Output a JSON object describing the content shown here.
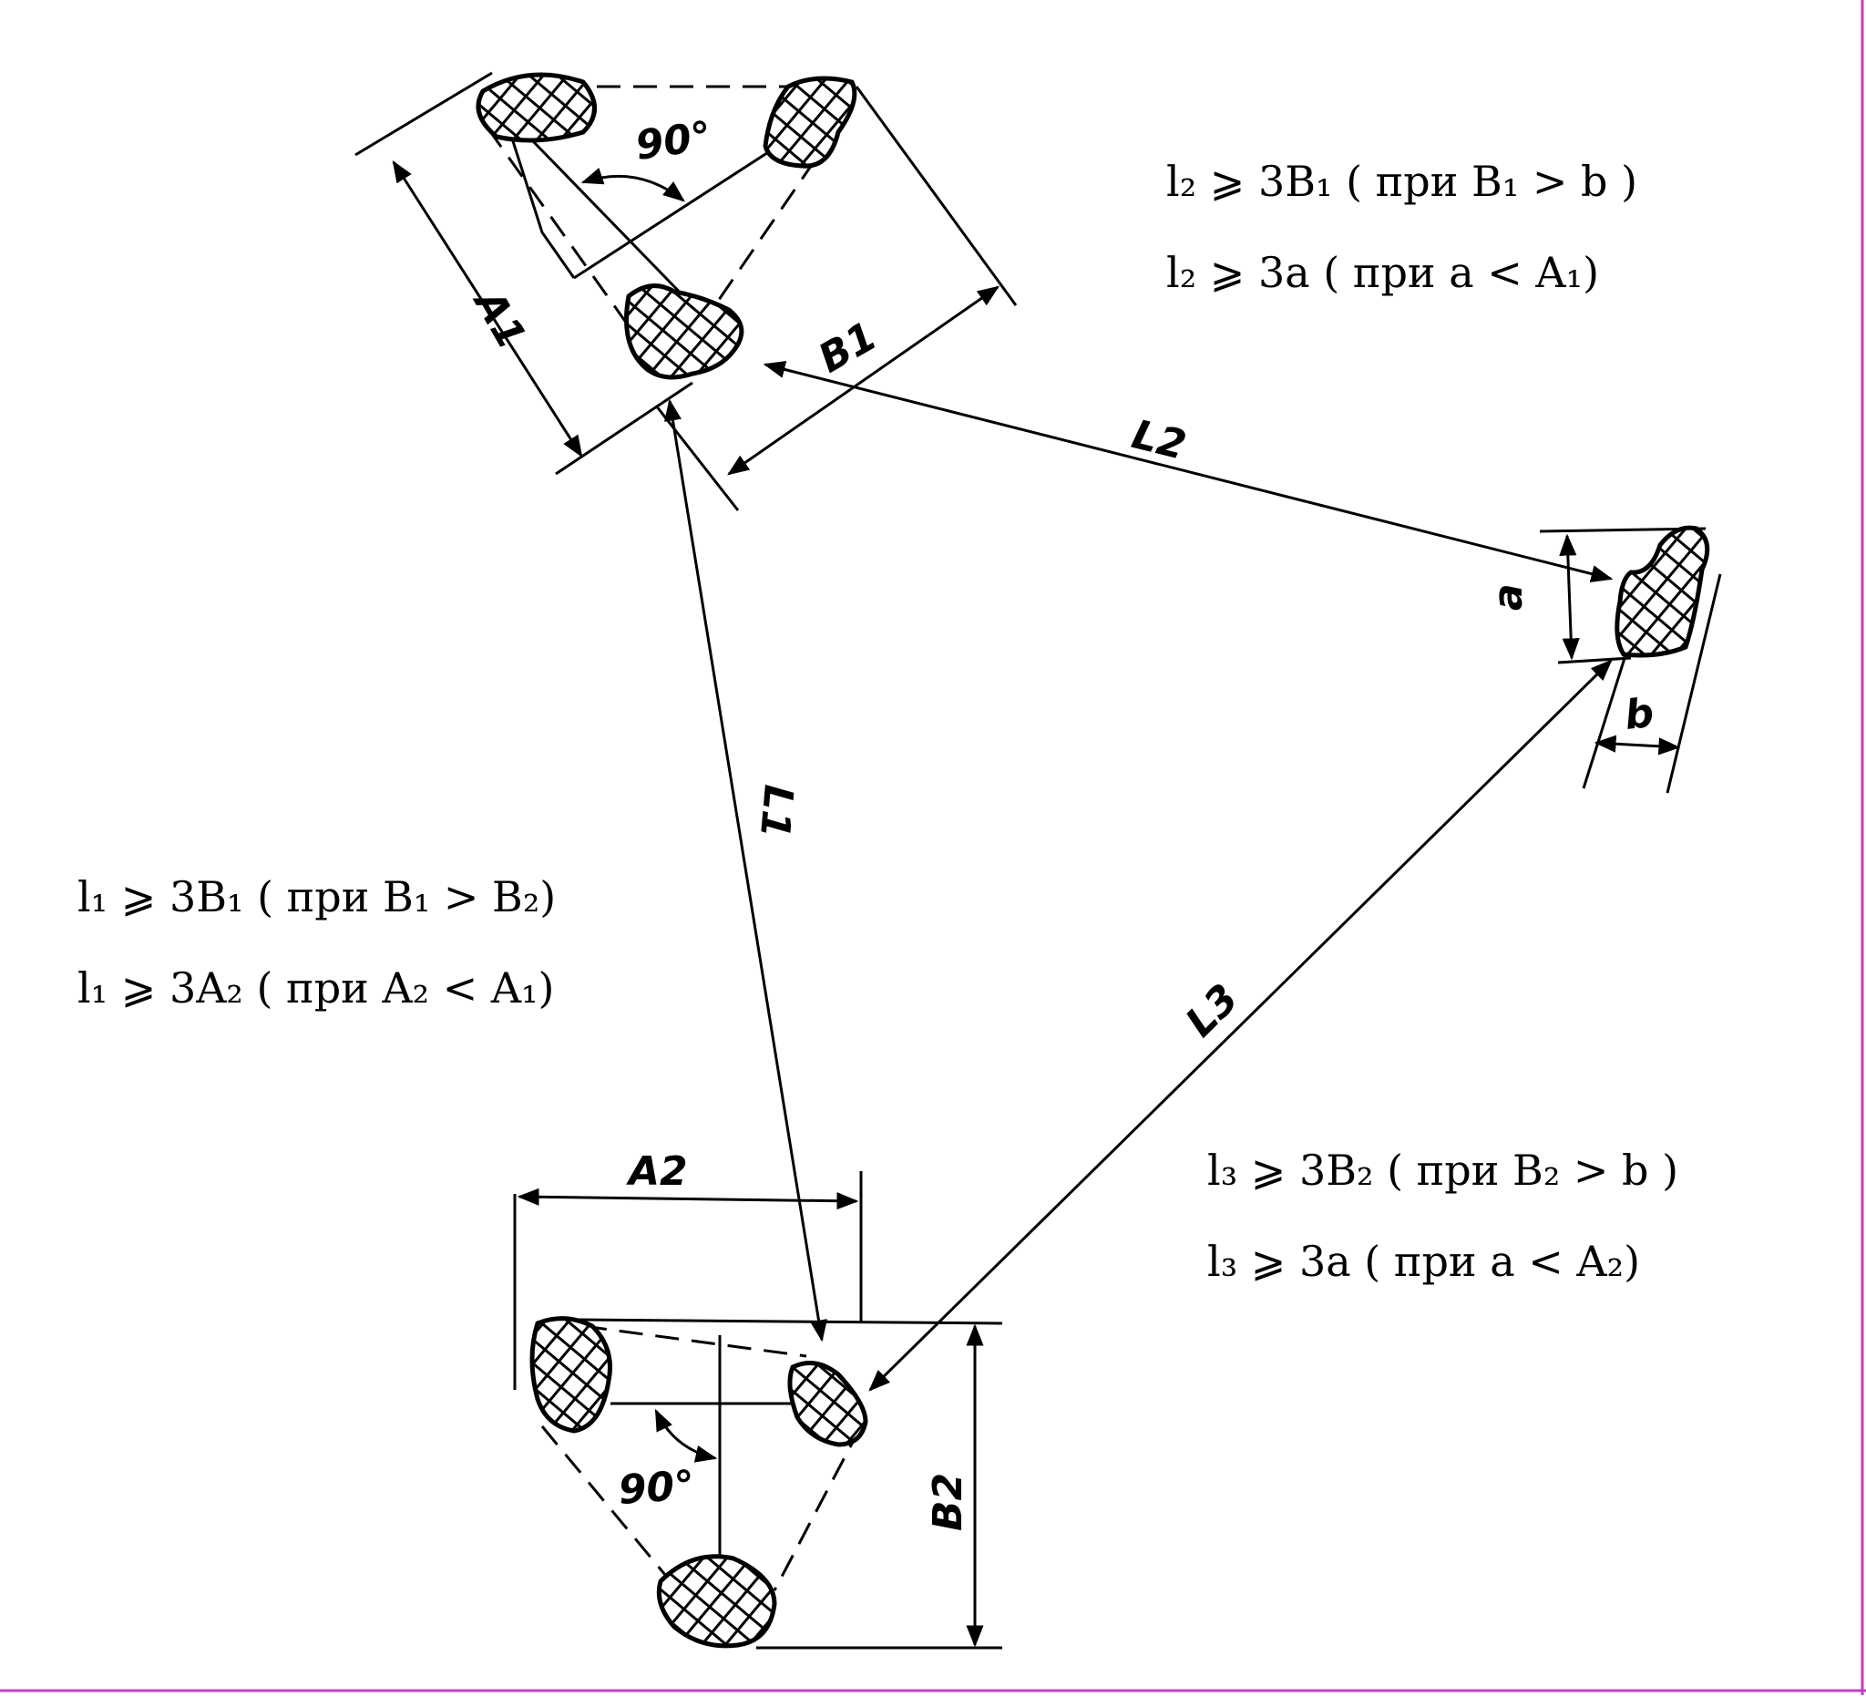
{
  "diagram": {
    "labels": {
      "angle_top": "90°",
      "angle_bottom": "90°",
      "A1": "A1",
      "B1": "B1",
      "A2": "A2",
      "B2": "B2",
      "a": "a",
      "b": "b",
      "L1": "L1",
      "L2": "L2",
      "L3": "L3"
    },
    "formulas": {
      "group2": [
        "l₂ ⩾ 3B₁ ( при B₁ > b )",
        "l₂ ⩾ 3a  ( при a  < A₁)"
      ],
      "group1": [
        "l₁ ⩾ 3B₁ ( при B₁ > B₂)",
        "l₁ ⩾ 3A₂ ( при A₂ < A₁)"
      ],
      "group3": [
        "l₃ ⩾ 3B₂ ( при B₂ > b )",
        "l₃ ⩾ 3a  ( при a  < A₂)"
      ]
    }
  }
}
